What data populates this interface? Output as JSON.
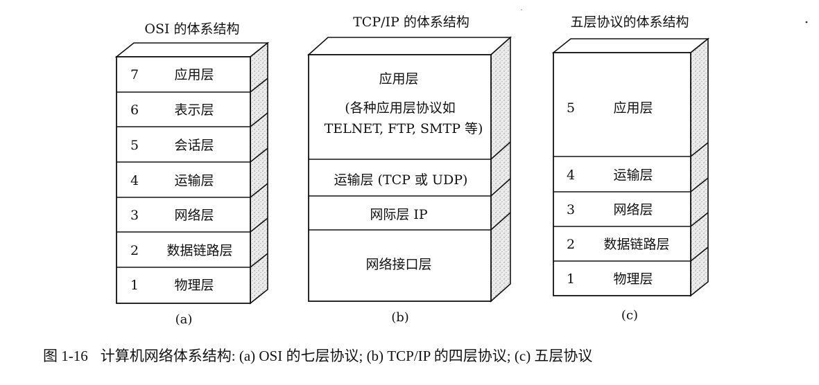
{
  "diagram": {
    "osi": {
      "title": "OSI 的体系结构",
      "label": "(a)",
      "layers": [
        {
          "num": "7",
          "name": "应用层"
        },
        {
          "num": "6",
          "name": "表示层"
        },
        {
          "num": "5",
          "name": "会话层"
        },
        {
          "num": "4",
          "name": "运输层"
        },
        {
          "num": "3",
          "name": "网络层"
        },
        {
          "num": "2",
          "name": "数据链路层"
        },
        {
          "num": "1",
          "name": "物理层"
        }
      ]
    },
    "tcpip": {
      "title": "TCP/IP 的体系结构",
      "label": "(b)",
      "layers": [
        {
          "lines": [
            "应用层",
            "(各种应用层协议如",
            "TELNET, FTP, SMTP 等)"
          ]
        },
        {
          "lines": [
            "运输层 (TCP 或 UDP)"
          ]
        },
        {
          "lines": [
            "网际层 IP"
          ]
        },
        {
          "lines": [
            "网络接口层"
          ]
        }
      ]
    },
    "five": {
      "title": "五层协议的体系结构",
      "label": "(c)",
      "layers": [
        {
          "num": "5",
          "name": "应用层"
        },
        {
          "num": "4",
          "name": "运输层"
        },
        {
          "num": "3",
          "name": "网络层"
        },
        {
          "num": "2",
          "name": "数据链路层"
        },
        {
          "num": "1",
          "name": "物理层"
        }
      ]
    }
  },
  "caption": {
    "number": "图 1-16",
    "text": "计算机网络体系结构: (a) OSI 的七层协议; (b) TCP/IP 的四层协议; (c) 五层协议"
  }
}
